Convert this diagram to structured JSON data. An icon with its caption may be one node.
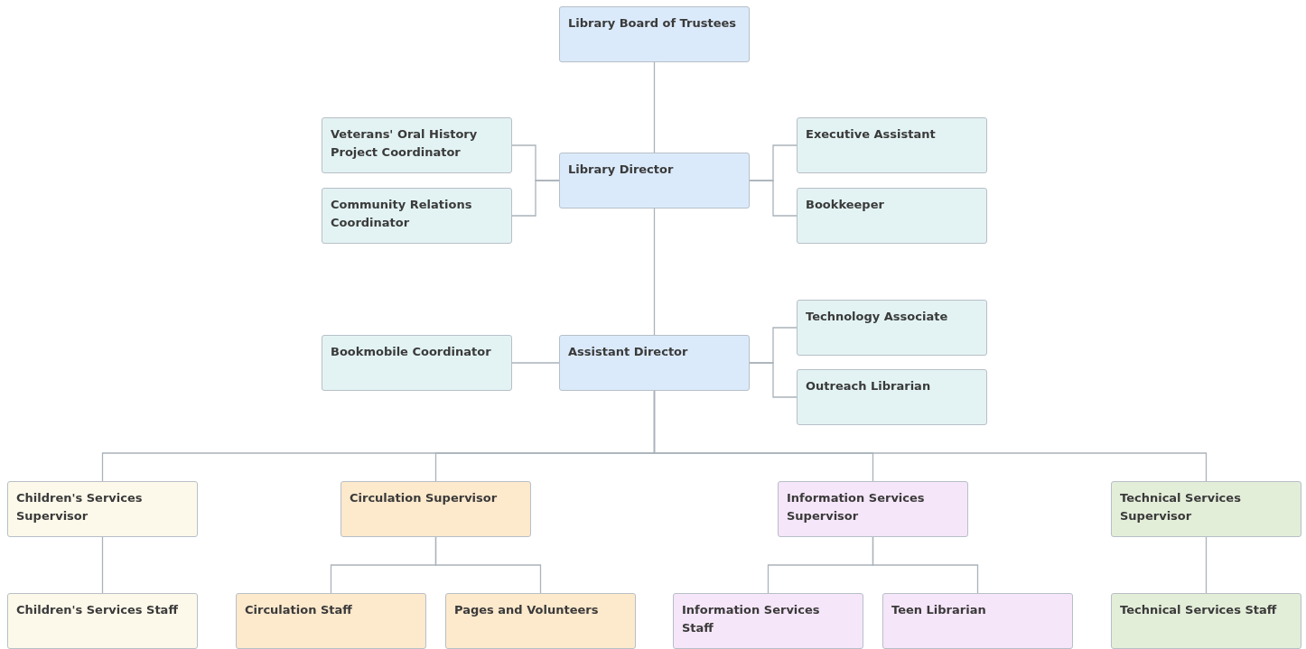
{
  "diagram": {
    "nodes": [
      {
        "text": [
          "Library Board of Trustees"
        ]
      },
      {
        "text": [
          "Veterans' Oral History Project Coordinator"
        ]
      },
      {
        "text": [
          "Community Relations Coordinator"
        ]
      },
      {
        "text": [
          "Library Director"
        ]
      },
      {
        "text": [
          "Executive Assistant"
        ]
      },
      {
        "text": [
          "Bookkeeper"
        ]
      },
      {
        "text": [
          "Technology Associate"
        ]
      },
      {
        "text": [
          "Bookmobile Coordinator"
        ]
      },
      {
        "text": [
          "Assistant Director"
        ]
      },
      {
        "text": [
          "Outreach Librarian"
        ]
      },
      {
        "text": [
          "Children's Services Supervisor"
        ]
      },
      {
        "text": [
          "Circulation Supervisor"
        ]
      },
      {
        "text": [
          "Information Services Supervisor"
        ]
      },
      {
        "text": [
          "Technical Services Supervisor"
        ]
      },
      {
        "text": [
          "Children's Services Staff"
        ]
      },
      {
        "text": [
          "Circulation Staff"
        ]
      },
      {
        "text": [
          "Pages and Volunteers"
        ]
      },
      {
        "text": [
          "Information Services Staff"
        ]
      },
      {
        "text": [
          "Teen Librarian"
        ]
      },
      {
        "text": [
          "Technical Services Staff"
        ]
      }
    ],
    "edges": [
      {
        "from": 0,
        "to": 3,
        "arrow": "none"
      },
      {
        "from": 3,
        "to": 1,
        "arrow": "none"
      },
      {
        "from": 3,
        "to": 2,
        "arrow": "none"
      },
      {
        "from": 3,
        "to": 4,
        "arrow": "none"
      },
      {
        "from": 3,
        "to": 5,
        "arrow": "none"
      },
      {
        "from": 3,
        "to": 8,
        "arrow": "none"
      },
      {
        "from": 8,
        "to": 7,
        "arrow": "none"
      },
      {
        "from": 8,
        "to": 6,
        "arrow": "none"
      },
      {
        "from": 8,
        "to": 9,
        "arrow": "none"
      },
      {
        "from": 8,
        "to": 10,
        "arrow": "none"
      },
      {
        "from": 8,
        "to": 11,
        "arrow": "none"
      },
      {
        "from": 8,
        "to": 12,
        "arrow": "none"
      },
      {
        "from": 8,
        "to": 13,
        "arrow": "none"
      },
      {
        "from": 10,
        "to": 14,
        "arrow": "none"
      },
      {
        "from": 11,
        "to": 15,
        "arrow": "none"
      },
      {
        "from": 11,
        "to": 16,
        "arrow": "none"
      },
      {
        "from": 12,
        "to": 17,
        "arrow": "none"
      },
      {
        "from": 12,
        "to": 18,
        "arrow": "none"
      },
      {
        "from": 13,
        "to": 19,
        "arrow": "none"
      }
    ]
  }
}
